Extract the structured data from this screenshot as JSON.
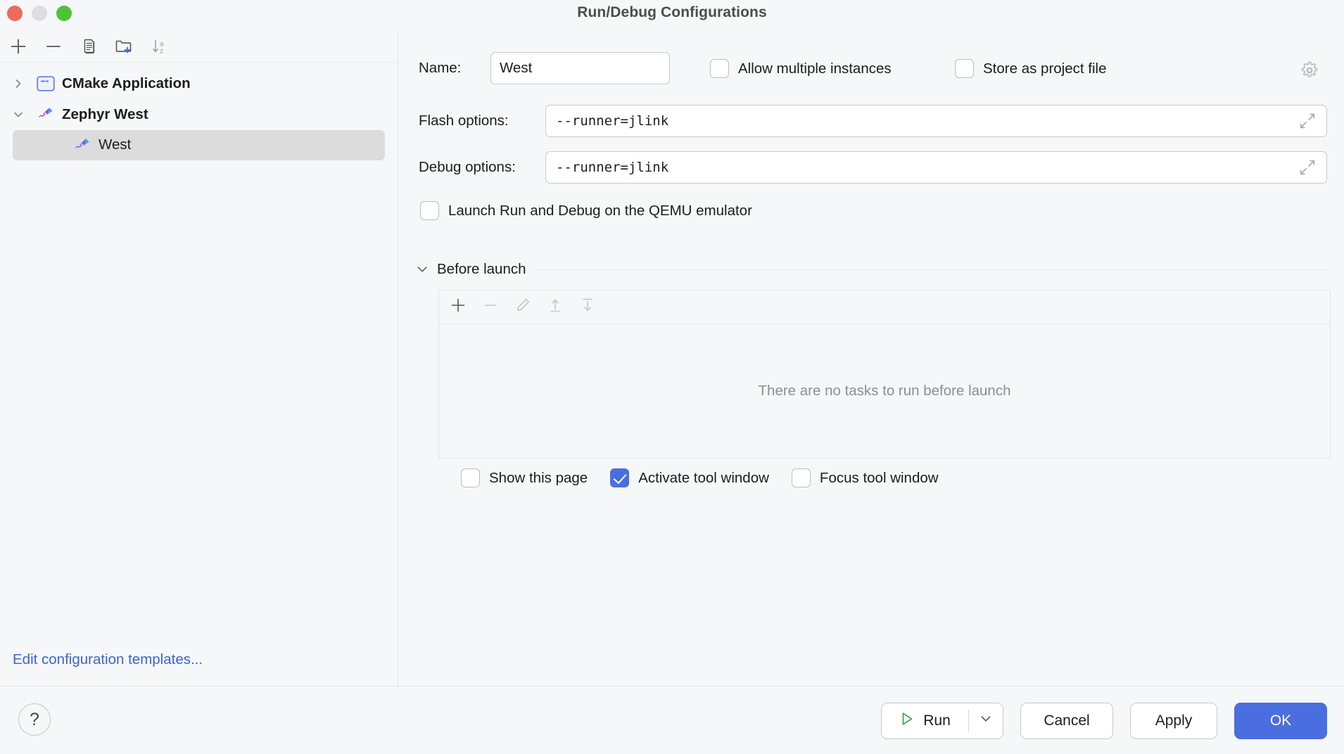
{
  "window": {
    "title": "Run/Debug Configurations",
    "traffic_lights": [
      "close",
      "minimize",
      "maximize"
    ]
  },
  "sidebar": {
    "toolbar": [
      {
        "name": "add-configuration",
        "icon": "plus-icon"
      },
      {
        "name": "remove-configuration",
        "icon": "minus-icon"
      },
      {
        "name": "copy-configuration",
        "icon": "copy-icon"
      },
      {
        "name": "new-folder",
        "icon": "folder-add-icon"
      },
      {
        "name": "sort-configurations",
        "icon": "sort-az-icon"
      }
    ],
    "tree": [
      {
        "label": "CMake Application",
        "icon": "cmake-application-icon",
        "expanded": false,
        "level": 0,
        "selected": false
      },
      {
        "label": "Zephyr West",
        "icon": "zephyr-kite-icon",
        "expanded": true,
        "level": 0,
        "selected": false
      },
      {
        "label": "West",
        "icon": "zephyr-kite-icon",
        "level": 1,
        "selected": true
      }
    ],
    "edit_templates_link": "Edit configuration templates..."
  },
  "main": {
    "name_label": "Name:",
    "name_value": "West",
    "allow_multiple_instances": {
      "label": "Allow multiple instances",
      "checked": false
    },
    "store_as_project_file": {
      "label": "Store as project file",
      "checked": false,
      "gear_icon": "gear-icon"
    },
    "flash_options": {
      "label": "Flash options:",
      "value": "--runner=jlink",
      "expand_icon": "expand-icon"
    },
    "debug_options": {
      "label": "Debug options:",
      "value": "--runner=jlink",
      "expand_icon": "expand-icon"
    },
    "qemu": {
      "label": "Launch Run and Debug on the QEMU emulator",
      "checked": false
    },
    "before_launch": {
      "title": "Before launch",
      "expanded": true,
      "toolbar": [
        {
          "name": "add-task",
          "icon": "plus-icon",
          "enabled": true
        },
        {
          "name": "remove-task",
          "icon": "minus-icon",
          "enabled": false
        },
        {
          "name": "edit-task",
          "icon": "pencil-icon",
          "enabled": false
        },
        {
          "name": "move-task-up",
          "icon": "arrow-up-line-icon",
          "enabled": false
        },
        {
          "name": "move-task-down",
          "icon": "arrow-down-line-icon",
          "enabled": false
        }
      ],
      "empty_text": "There are no tasks to run before launch",
      "tasks": []
    },
    "footer_checks": [
      {
        "label": "Show this page",
        "checked": false,
        "name": "show-this-page"
      },
      {
        "label": "Activate tool window",
        "checked": true,
        "name": "activate-tool-window"
      },
      {
        "label": "Focus tool window",
        "checked": false,
        "name": "focus-tool-window"
      }
    ]
  },
  "bottom": {
    "help_glyph": "?",
    "run_label": "Run",
    "run_icon": "play-icon",
    "run_dropdown_icon": "chevron-down-icon",
    "cancel_label": "Cancel",
    "apply_label": "Apply",
    "ok_label": "OK"
  },
  "colors": {
    "accent": "#4a6ee0",
    "link": "#3b63d4",
    "background": "#f6f7f9",
    "selection": "#dcdcdd",
    "muted_text": "#8b8e98",
    "run_green": "#3a9e4a"
  }
}
